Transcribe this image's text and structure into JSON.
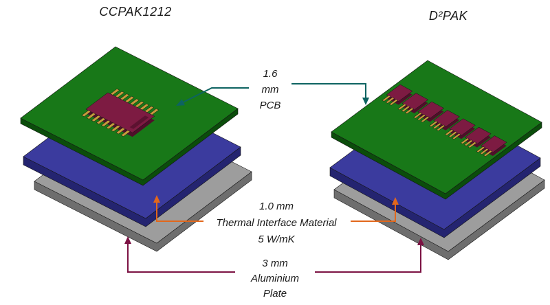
{
  "titles": {
    "left": "CCPAK1212",
    "right": "D²PAK"
  },
  "annotations": {
    "pcb": {
      "lines": [
        "1.6",
        "mm",
        "PCB"
      ]
    },
    "tim": {
      "lines": [
        "1.0 mm",
        "Thermal Interface Material",
        "5 W/mK"
      ]
    },
    "plate": {
      "lines": [
        "3 mm",
        "Aluminium",
        "Plate"
      ]
    }
  },
  "colors": {
    "pcb_green": "#187818",
    "pcb_green_dark": "#0b4d0b",
    "tim_blue": "#3b3b9e",
    "tim_blue_dark": "#242470",
    "plate_gray": "#9d9d9d",
    "plate_gray_dark": "#6e6e6e",
    "component_maroon": "#7d1b42",
    "component_maroon_dark": "#4f0f2a",
    "pin_gold": "#c79b3b",
    "arrow_teal": "#0d6361",
    "arrow_orange": "#e2671b",
    "arrow_maroon": "#7c1243",
    "text": "#1a1a1a"
  }
}
